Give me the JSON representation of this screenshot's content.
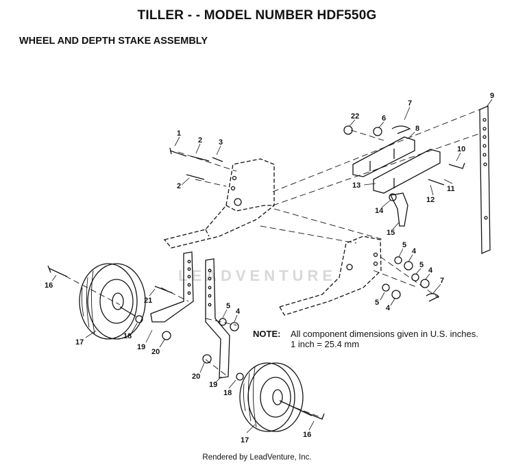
{
  "title": "TILLER - - MODEL NUMBER HDF550G",
  "subtitle": "WHEEL AND DEPTH STAKE ASSEMBLY",
  "note": {
    "label": "NOTE:",
    "line1": "All component dimensions given in U.S. inches.",
    "line2": "1 inch = 25.4 mm"
  },
  "watermark": "LEADVENTURE",
  "footer": "Rendered by LeadVenture, Inc.",
  "callouts": [
    "1",
    "2",
    "3",
    "2",
    "22",
    "6",
    "7",
    "8",
    "9",
    "10",
    "11",
    "12",
    "13",
    "14",
    "15",
    "5",
    "4",
    "5",
    "4",
    "7",
    "5",
    "4",
    "16",
    "21",
    "17",
    "18",
    "19",
    "20",
    "5",
    "4",
    "20",
    "19",
    "18",
    "17",
    "16"
  ]
}
